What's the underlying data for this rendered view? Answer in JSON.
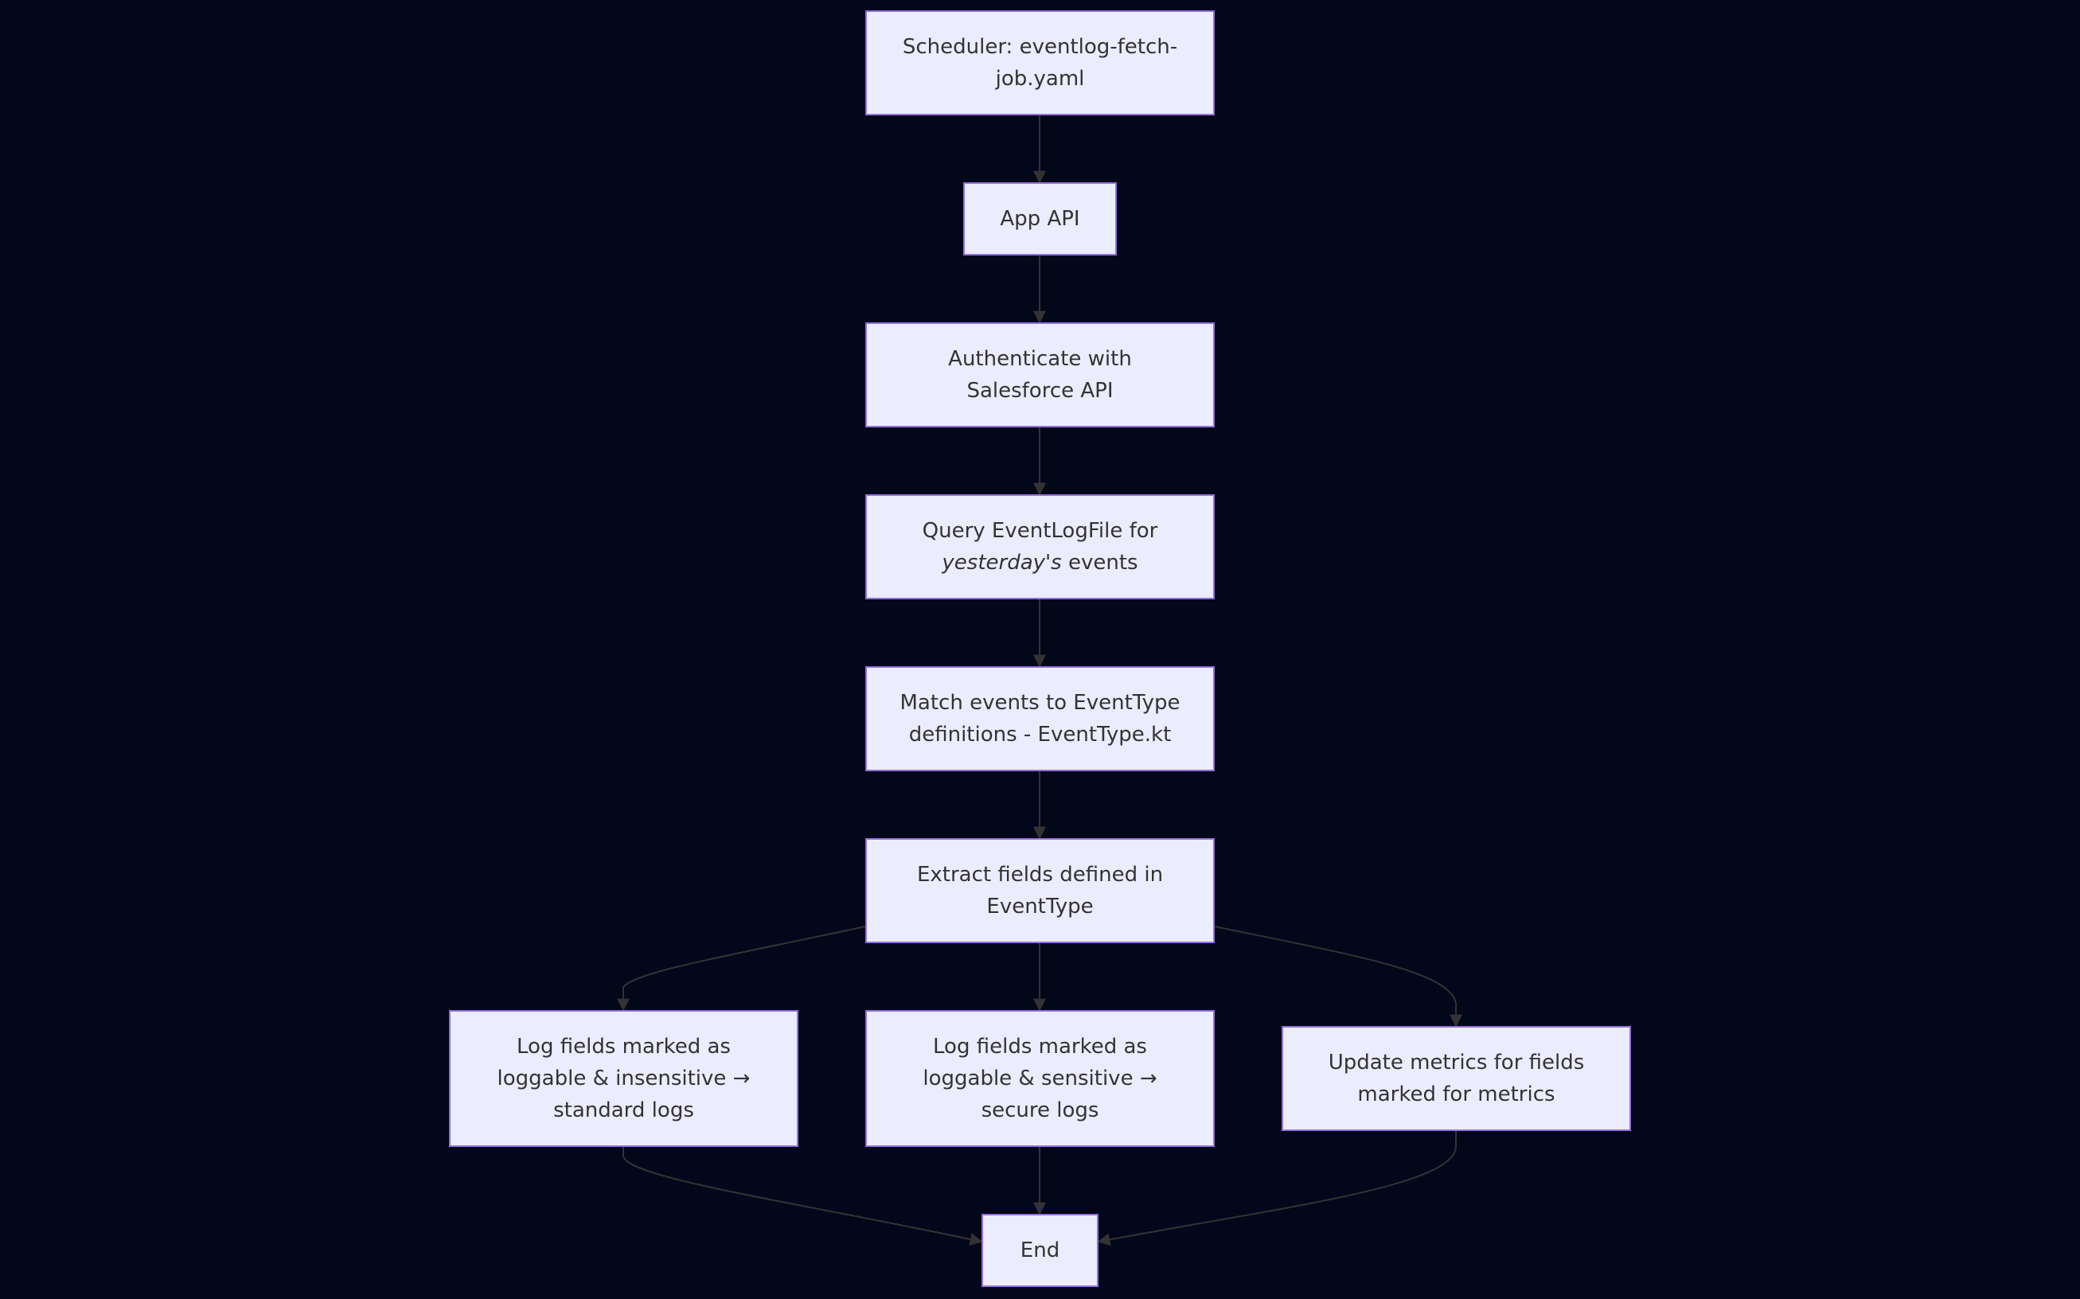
{
  "diagram": {
    "nodes": {
      "scheduler": {
        "line1": "Scheduler: eventlog-fetch-",
        "line2": "job.yaml"
      },
      "app_api": {
        "label": "App API"
      },
      "authenticate": {
        "line1": "Authenticate with",
        "line2": "Salesforce API"
      },
      "query": {
        "line1": "Query EventLogFile for",
        "line2_italic": "yesterday's",
        "line2_rest": " events"
      },
      "match": {
        "line1": "Match events to EventType",
        "line2": "definitions - EventType.kt"
      },
      "extract": {
        "line1": "Extract fields defined in",
        "line2": "EventType"
      },
      "log_insensitive": {
        "line1": "Log fields marked as",
        "line2": "loggable & insensitive →",
        "line3": "standard logs"
      },
      "log_sensitive": {
        "line1": "Log fields marked as",
        "line2": "loggable & sensitive →",
        "line3": "secure logs"
      },
      "metrics": {
        "line1": "Update metrics for fields",
        "line2": "marked for metrics"
      },
      "end": {
        "label": "End"
      }
    },
    "edges": [
      {
        "from": "scheduler",
        "to": "app_api"
      },
      {
        "from": "app_api",
        "to": "authenticate"
      },
      {
        "from": "authenticate",
        "to": "query"
      },
      {
        "from": "query",
        "to": "match"
      },
      {
        "from": "match",
        "to": "extract"
      },
      {
        "from": "extract",
        "to": "log_insensitive"
      },
      {
        "from": "extract",
        "to": "log_sensitive"
      },
      {
        "from": "extract",
        "to": "metrics"
      },
      {
        "from": "log_insensitive",
        "to": "end"
      },
      {
        "from": "log_sensitive",
        "to": "end"
      },
      {
        "from": "metrics",
        "to": "end"
      }
    ],
    "colors": {
      "background": "#03071a",
      "node_fill": "#ececff",
      "node_border": "#9370db",
      "node_text": "#333333",
      "edge": "#333333"
    }
  }
}
